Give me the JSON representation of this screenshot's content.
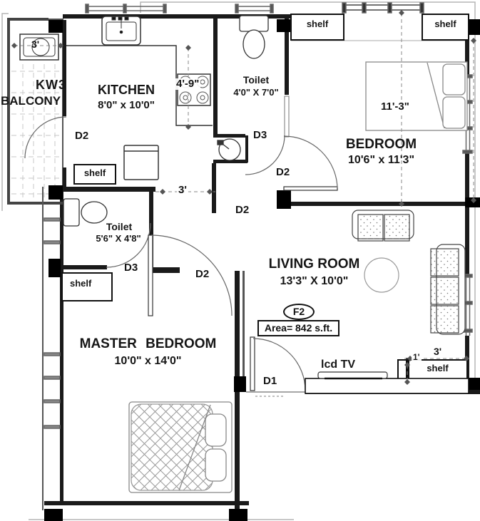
{
  "balcony": {
    "code": "KW3",
    "name": "BALCONY",
    "sink_dim": "3'"
  },
  "kitchen": {
    "name": "KITCHEN",
    "size": "8'0\" x 10'0\"",
    "counter_dim": "4'-9\"",
    "balcony_door": "D2",
    "shelf": "shelf",
    "passage_dim": "3'"
  },
  "toilet_top": {
    "name": "Toilet",
    "size": "4'0\" X 7'0\"",
    "door": "D3"
  },
  "bedroom": {
    "name": "BEDROOM",
    "size": "10'6\" x 11'3\"",
    "bed_dim": "11'-3\"",
    "shelf_left": "shelf",
    "shelf_right": "shelf",
    "door": "D2",
    "corridor_label": "D2"
  },
  "toilet_left": {
    "name": "Toilet",
    "size": "5'6\" X 4'8\"",
    "door": "D3",
    "shelf": "shelf"
  },
  "master": {
    "name": "MASTER BEDROOM",
    "size": "10'0\" x 14'0\"",
    "door": "D2"
  },
  "living": {
    "name": "LIVING ROOM",
    "size": "13'3\" X 10'0\"",
    "unit": "F2",
    "area": "Area= 842 s.ft.",
    "tv": "lcd TV",
    "entry_door": "D1",
    "shelf": "shelf",
    "shelf_dim": "3'",
    "step_dim": "1'"
  },
  "colors": {
    "wall": "#1a1a1a",
    "line": "#555555",
    "light": "#bbbbbb"
  }
}
